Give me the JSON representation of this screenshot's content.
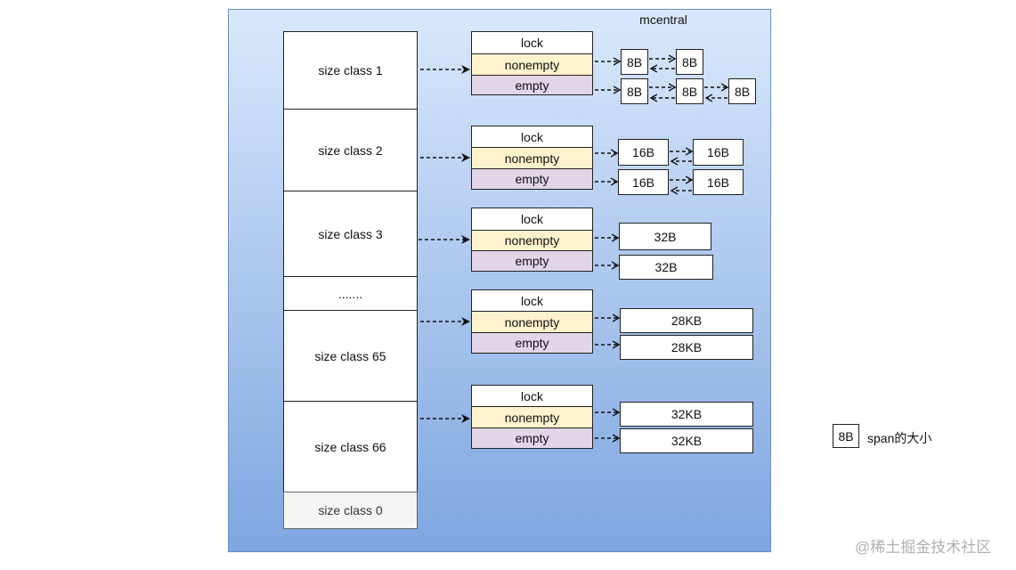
{
  "diagram": {
    "title": "mcentral",
    "size_classes": [
      {
        "label": "size class 1"
      },
      {
        "label": "size class 2"
      },
      {
        "label": "size class 3"
      },
      {
        "label": "......."
      },
      {
        "label": "size class 65"
      },
      {
        "label": "size class 66"
      },
      {
        "label": "size class 0"
      }
    ],
    "groups": [
      {
        "lock": "lock",
        "nonempty": "nonempty",
        "empty": "empty",
        "nonempty_spans": [
          "8B",
          "8B"
        ],
        "empty_spans": [
          "8B",
          "8B",
          "8B"
        ]
      },
      {
        "lock": "lock",
        "nonempty": "nonempty",
        "empty": "empty",
        "nonempty_spans": [
          "16B",
          "16B"
        ],
        "empty_spans": [
          "16B",
          "16B"
        ]
      },
      {
        "lock": "lock",
        "nonempty": "nonempty",
        "empty": "empty",
        "nonempty_spans": [
          "32B"
        ],
        "empty_spans": [
          "32B"
        ]
      },
      {
        "lock": "lock",
        "nonempty": "nonempty",
        "empty": "empty",
        "nonempty_spans": [
          "28KB"
        ],
        "empty_spans": [
          "28KB"
        ]
      },
      {
        "lock": "lock",
        "nonempty": "nonempty",
        "empty": "empty",
        "nonempty_spans": [
          "32KB"
        ],
        "empty_spans": [
          "32KB"
        ]
      }
    ],
    "legend": {
      "box": "8B",
      "text": "span的大小"
    },
    "watermark": "@稀土掘金技术社区",
    "colors": {
      "container_top": "#dae8fc",
      "container_bottom": "#7ea6e0",
      "nonempty": "#fff2cc",
      "empty": "#e1d5e7",
      "size_class_0": "#f5f5f5"
    }
  }
}
